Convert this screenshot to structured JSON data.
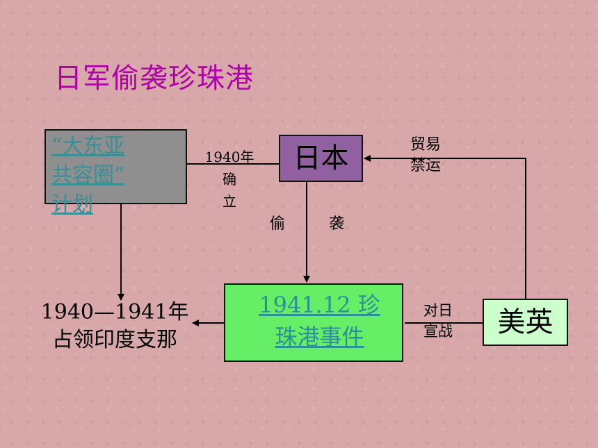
{
  "title": "日军偷袭珍珠港",
  "boxes": {
    "plan": [
      "“大东亚",
      "共容圈”",
      "计划"
    ],
    "japan": "日本",
    "event": [
      "1941.12 珍",
      "珠港事件"
    ],
    "usuk": "美英",
    "occupy": [
      "1940—1941年",
      "占领印度支那"
    ]
  },
  "edge_labels": {
    "established": [
      "1940年",
      "确",
      "立"
    ],
    "sneak_attack": [
      "偷",
      "袭"
    ],
    "trade_embargo": [
      "贸易",
      "禁运"
    ],
    "declare_war": [
      "对日",
      "宣战"
    ]
  },
  "colors": {
    "background": "#d8a7a9",
    "title": "#b000a8",
    "plan_box": "#8f8f8f",
    "japan_box": "#9060a0",
    "event_box": "#66ee66",
    "usuk_box": "#ccffcc",
    "link_text": "#3a8f97"
  }
}
